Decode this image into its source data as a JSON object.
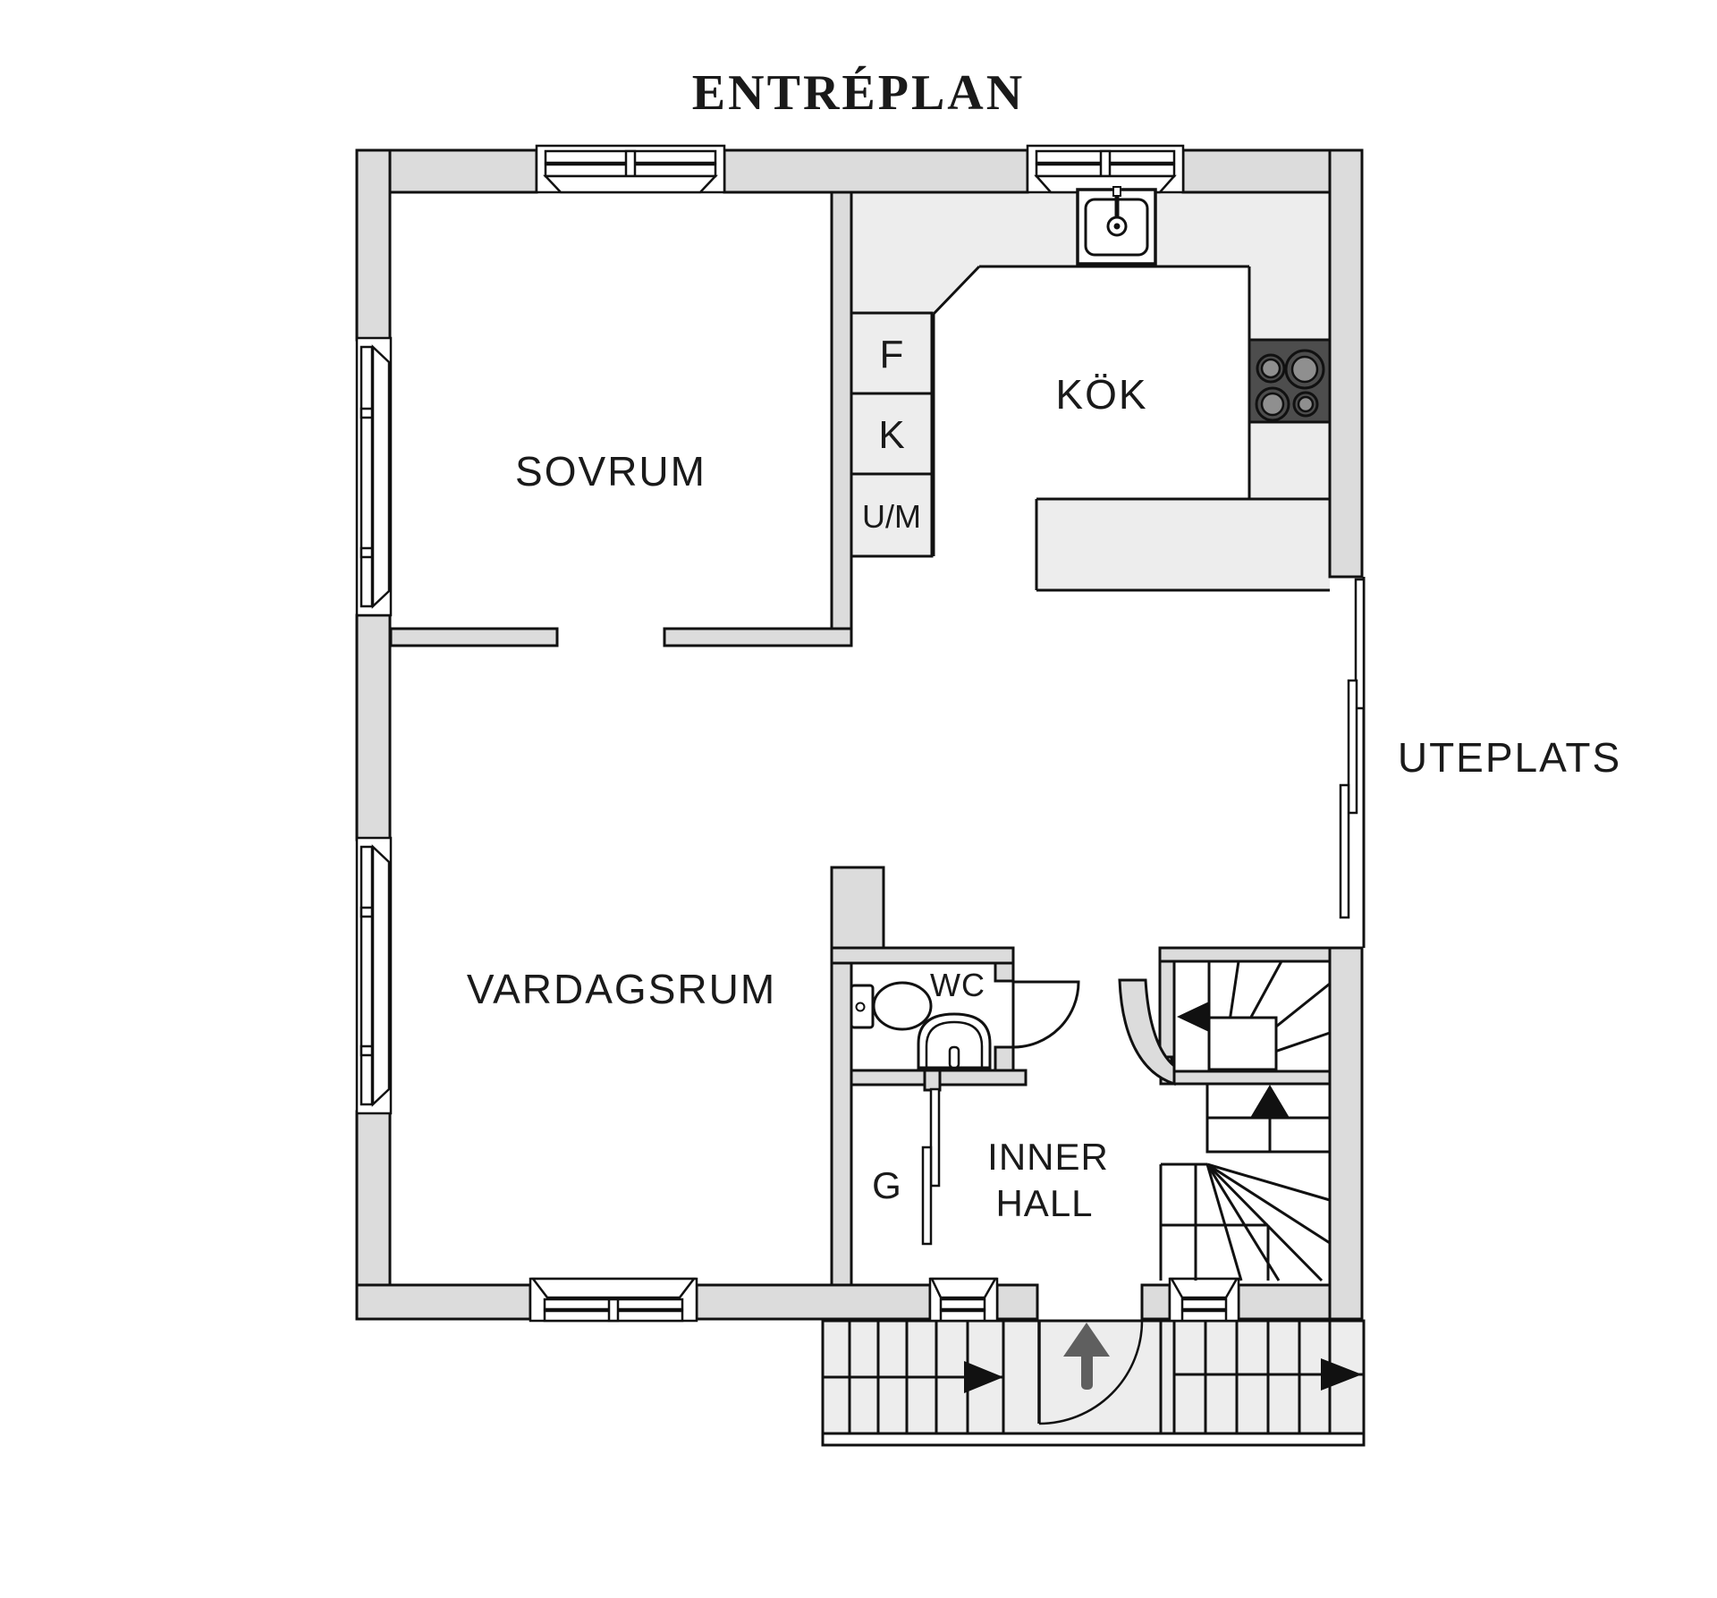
{
  "title": "ENTRÉPLAN",
  "rooms": {
    "sovrum": {
      "label": "SOVRUM"
    },
    "kok": {
      "label": "KÖK"
    },
    "vardagsrum": {
      "label": "VARDAGSRUM"
    },
    "uteplats": {
      "label": "UTEPLATS"
    },
    "wc": {
      "label": "WC"
    },
    "garderob": {
      "label": "G"
    },
    "inner_hall": {
      "label_line1": "INNER",
      "label_line2": "HALL"
    }
  },
  "appliances": {
    "fridge": {
      "label": "F"
    },
    "freezer": {
      "label": "K"
    },
    "washer": {
      "label": "U/M"
    }
  },
  "colors": {
    "wall": "#dcdcdc",
    "counter": "#ededed",
    "floor": "#ffffff",
    "line": "#111111",
    "stove": "#4d4d4d",
    "burner": "#8f8f8f",
    "direction_arrow": "#111111",
    "entry_arrow": "#5f5f5f"
  }
}
